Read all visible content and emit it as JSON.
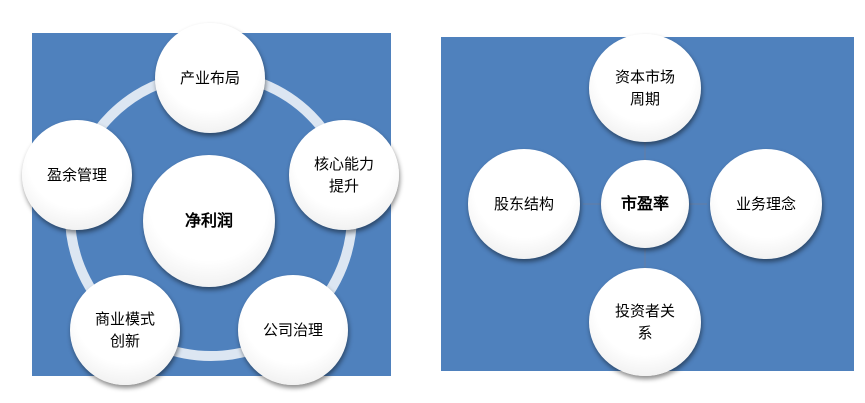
{
  "left_diagram": {
    "center": "净利润",
    "nodes": {
      "top": "产业布局",
      "right_top": "核心能力\n提升",
      "right_bottom": "公司治理",
      "left_bottom": "商业模式\n创新",
      "left_top": "盈余管理"
    }
  },
  "right_diagram": {
    "center": "市盈率",
    "nodes": {
      "top": "资本市场\n周期",
      "right": "业务理念",
      "bottom": "投资者关\n系",
      "left": "股东结构"
    }
  },
  "colors": {
    "panel": "#4f81bd",
    "ring": "#dce6f2",
    "node": "#ffffff"
  }
}
